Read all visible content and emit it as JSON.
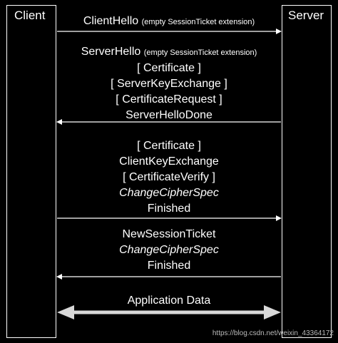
{
  "client_label": "Client",
  "server_label": "Server",
  "messages": {
    "m1": {
      "main": "ClientHello",
      "note": "(empty SessionTicket extension)"
    },
    "m2": {
      "main": "ServerHello",
      "note": "(empty SessionTicket extension)",
      "lines": [
        "[ Certificate ]",
        "[ ServerKeyExchange ]",
        "[ CertificateRequest ]",
        "ServerHelloDone"
      ]
    },
    "m3": {
      "lines": [
        "[ Certificate ]",
        "ClientKeyExchange",
        "[ CertificateVerify ]",
        "ChangeCipherSpec",
        "Finished"
      ]
    },
    "m4": {
      "lines": [
        "NewSessionTicket",
        "ChangeCipherSpec",
        "Finished"
      ]
    },
    "m5": {
      "main": "Application Data"
    }
  },
  "watermark": "https://blog.csdn.net/weixin_43364172",
  "colors": {
    "background": "#000000",
    "foreground": "#ffffff",
    "bidirectional_arrow": "#d8d8d8"
  }
}
